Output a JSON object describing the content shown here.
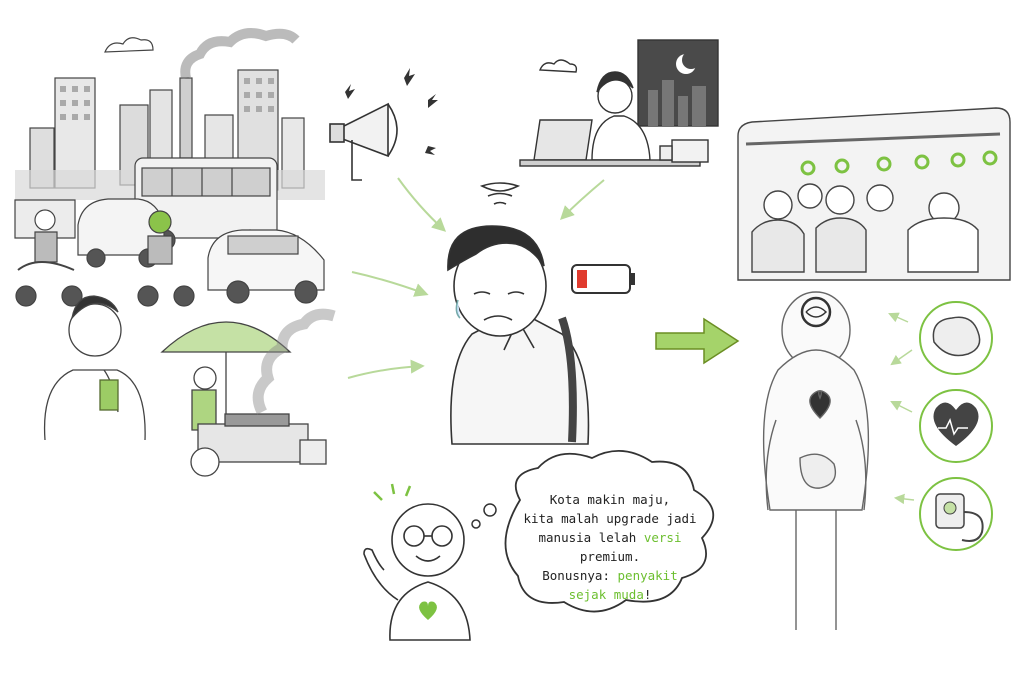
{
  "speech_bubble": {
    "line1": "Kota makin maju,",
    "line2": "kita malah upgrade jadi",
    "line3_pre": "manusia lelah ",
    "line3_hl": "versi",
    "line3_post": " premium.",
    "line4_pre": "Bonusnya: ",
    "line4_hl": "penyakit",
    "line5_hl": "sejak muda",
    "line5_post": "!"
  },
  "colors": {
    "accent": "#7dc242",
    "battery_low": "#e03b2e",
    "ink": "#2a2a2a"
  },
  "scenes": [
    "traffic-city-scene",
    "megaphone-noise",
    "night-overtime-work",
    "crowded-train",
    "street-food-smoke",
    "exhausted-man",
    "stressed-body",
    "narrator-character"
  ],
  "icons": [
    "brain-icon",
    "heart-icon",
    "blood-pressure-icon",
    "low-battery-icon",
    "arrow-right-icon"
  ]
}
